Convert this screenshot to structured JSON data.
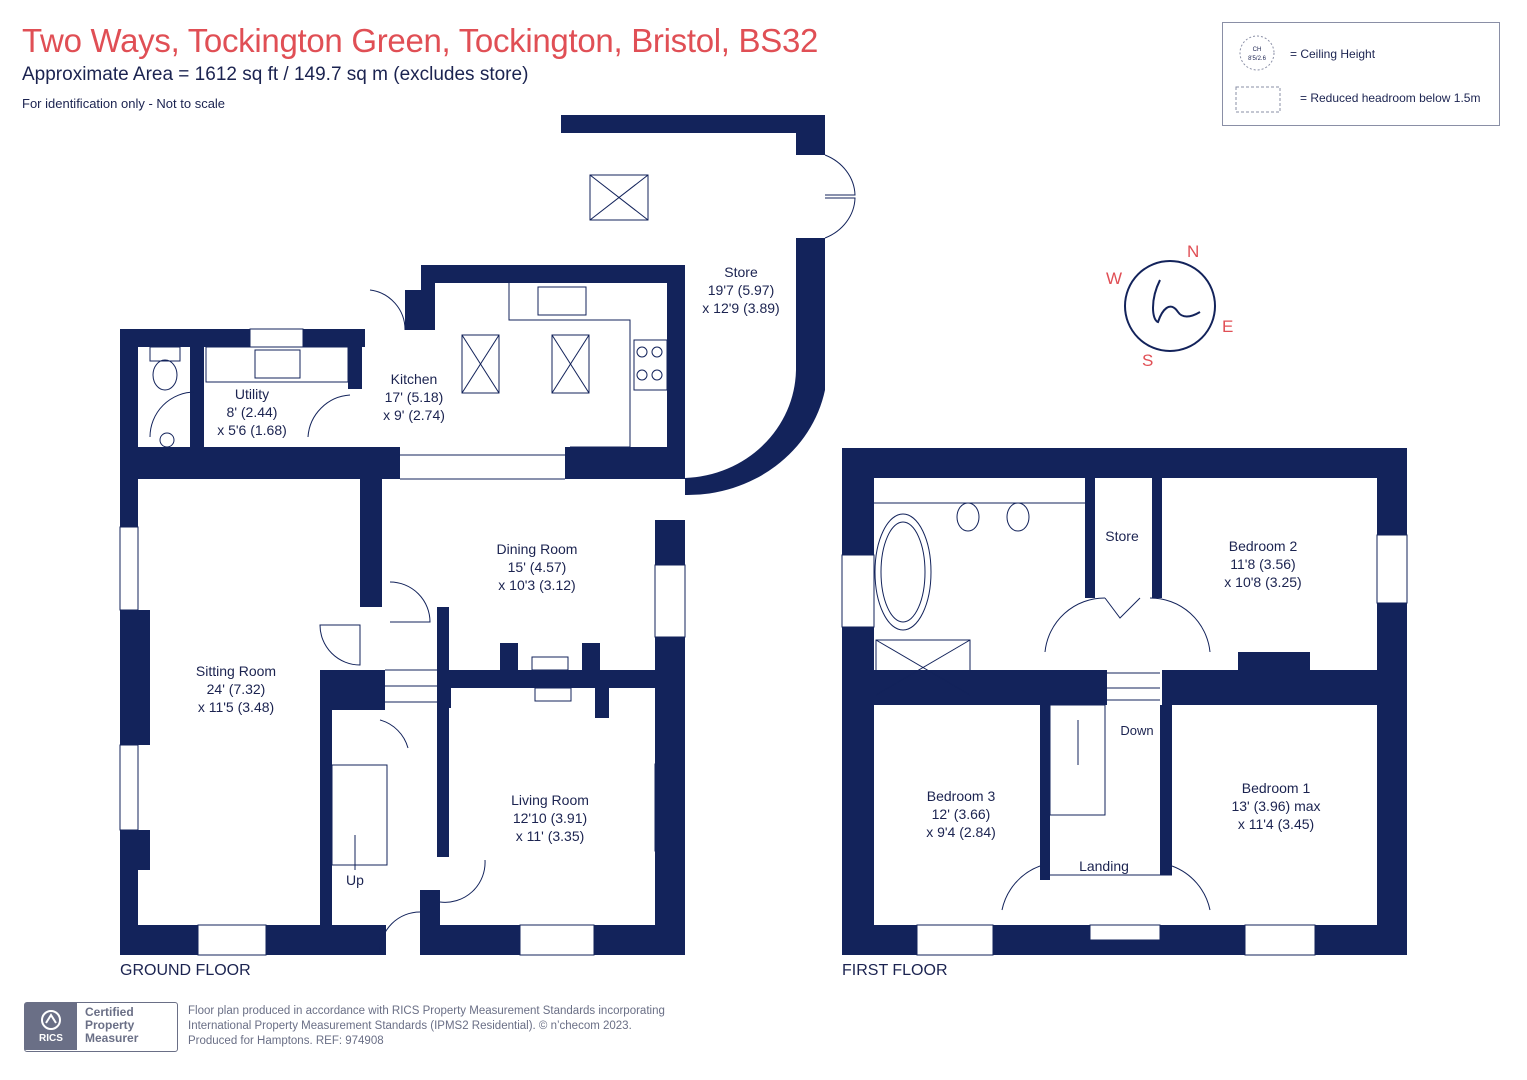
{
  "header": {
    "title": "Two Ways, Tockington Green, Tockington, Bristol, BS32",
    "area": "Approximate Area = 1612  sq ft / 149.7  sq m (excludes store)",
    "identification": "For identification only - Not to scale"
  },
  "legend": {
    "ceiling_height": "= Ceiling Height",
    "ceiling_symbol_top": "CH",
    "ceiling_symbol_bottom": "8'5/2.6",
    "reduced_headroom": "= Reduced headroom below 1.5m"
  },
  "compass": {
    "n": "N",
    "e": "E",
    "s": "S",
    "w": "W"
  },
  "ground_floor": {
    "label": "GROUND FLOOR",
    "rooms": {
      "store": {
        "name": "Store",
        "dim1": "19'7 (5.97)",
        "dim2": "x 12'9 (3.89)"
      },
      "kitchen": {
        "name": "Kitchen",
        "dim1": "17' (5.18)",
        "dim2": "x 9' (2.74)"
      },
      "utility": {
        "name": "Utility",
        "dim1": "8' (2.44)",
        "dim2": "x 5'6 (1.68)"
      },
      "dining": {
        "name": "Dining Room",
        "dim1": "15' (4.57)",
        "dim2": "x 10'3 (3.12)"
      },
      "sitting": {
        "name": "Sitting Room",
        "dim1": "24' (7.32)",
        "dim2": "x 11'5 (3.48)"
      },
      "living": {
        "name": "Living Room",
        "dim1": "12'10 (3.91)",
        "dim2": "x 11' (3.35)"
      }
    },
    "stairs_label": "Up"
  },
  "first_floor": {
    "label": "FIRST FLOOR",
    "rooms": {
      "store": {
        "name": "Store"
      },
      "bedroom2": {
        "name": "Bedroom 2",
        "dim1": "11'8 (3.56)",
        "dim2": "x 10'8 (3.25)"
      },
      "bedroom3": {
        "name": "Bedroom 3",
        "dim1": "12' (3.66)",
        "dim2": "x 9'4 (2.84)"
      },
      "bedroom1": {
        "name": "Bedroom 1",
        "dim1": "13' (3.96) max",
        "dim2": "x 11'4 (3.45)"
      },
      "landing": {
        "name": "Landing"
      }
    },
    "stairs_label": "Down"
  },
  "footer": {
    "badge_rics": "RICS",
    "badge_line1": "Certified",
    "badge_line2": "Property",
    "badge_line3": "Measurer",
    "line1": "Floor plan produced in accordance with RICS Property Measurement Standards incorporating",
    "line2": "International Property Measurement Standards (IPMS2 Residential).  © n’checom 2023.",
    "line3": "Produced for Hamptons.   REF:  974908"
  },
  "colors": {
    "wall": "#13235b",
    "accent": "#e04f55",
    "grey": "#6a6f86"
  }
}
